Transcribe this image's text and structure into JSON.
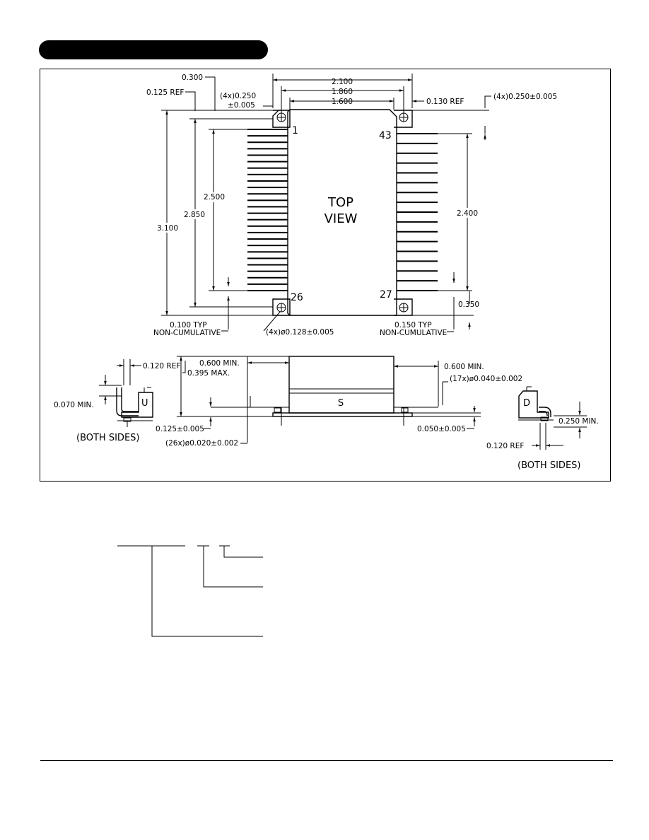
{
  "dimensions": {
    "d0300": "0.300",
    "d0125ref": "0.125 REF",
    "d4x0250": "(4x)0.250",
    "dpm005": "±0.005",
    "d2100": "2.100",
    "d1860": "1.860",
    "d1600": "1.600",
    "d0130ref": "0.130 REF",
    "d4x0250b": "(4x)0.250±0.005",
    "d3100": "3.100",
    "d2850": "2.850",
    "d2500": "2.500",
    "d2400": "2.400",
    "d0350": "0.350",
    "d0100typ": "0.100 TYP",
    "noncum1": "NON-CUMULATIVE",
    "d4xhole": "(4x)ø0.128±0.005",
    "d0150typ": "0.150 TYP",
    "noncum2": "NON-CUMULATIVE",
    "d0120ref_l": "0.120 REF",
    "d0070min": "0.070 MIN.",
    "d0600min_l": "0.600 MIN.",
    "d0395max": "0.395 MAX.",
    "d0600min_r": "0.600 MIN.",
    "d17x": "(17x)ø0.040±0.002",
    "d0125pm": "0.125±0.005",
    "d26x": "(26x)ø0.020±0.002",
    "d0050pm": "0.050±0.005",
    "d0250min": "0.250 MIN.",
    "d0120ref_r": "0.120 REF"
  },
  "labels": {
    "top": "TOP",
    "view": "VIEW",
    "pin1": "1",
    "pin26": "26",
    "pin43": "43",
    "pin27": "27",
    "side_s": "S",
    "u_label": "U",
    "d_label": "D",
    "both_sides_left": "(BOTH SIDES)",
    "both_sides_right": "(BOTH SIDES)"
  }
}
